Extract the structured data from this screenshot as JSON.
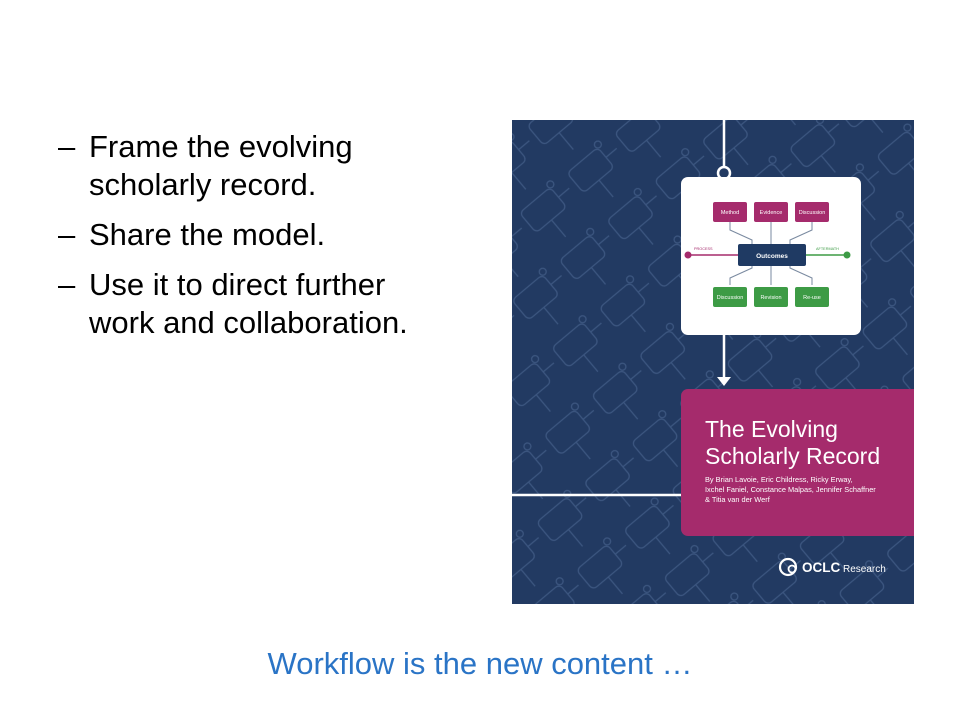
{
  "bullets": [
    {
      "dash": "–",
      "lines": [
        "Frame the evolving",
        "scholarly record."
      ]
    },
    {
      "dash": "–",
      "lines": [
        "Share the model."
      ]
    },
    {
      "dash": "–",
      "lines": [
        "Use it to direct further",
        "work and collaboration."
      ]
    }
  ],
  "cover": {
    "diagram": {
      "top_boxes": [
        "Method",
        "Evidence",
        "Discussion"
      ],
      "center_box": "Outcomes",
      "left_label": "PROCESS",
      "right_label": "AFTERMATH",
      "bottom_boxes": [
        "Discussion",
        "Revision",
        "Re-use"
      ]
    },
    "title_lines": [
      "The Evolving",
      "Scholarly Record"
    ],
    "author_lines": [
      "By Brian Lavoie, Eric Childress, Ricky Erway,",
      "Ixchel Faniel, Constance Malpas, Jennifer Schaffner",
      "& Titia van der Werf"
    ],
    "publisher": {
      "bold": "OCLC",
      "light": "Research"
    },
    "colors": {
      "background": "#223a62",
      "title_band": "#a52b6c",
      "top_box": "#a52b6c",
      "center_box": "#1f3a63",
      "bottom_box": "#3d9b45"
    }
  },
  "footer": "Workflow is the new content …"
}
